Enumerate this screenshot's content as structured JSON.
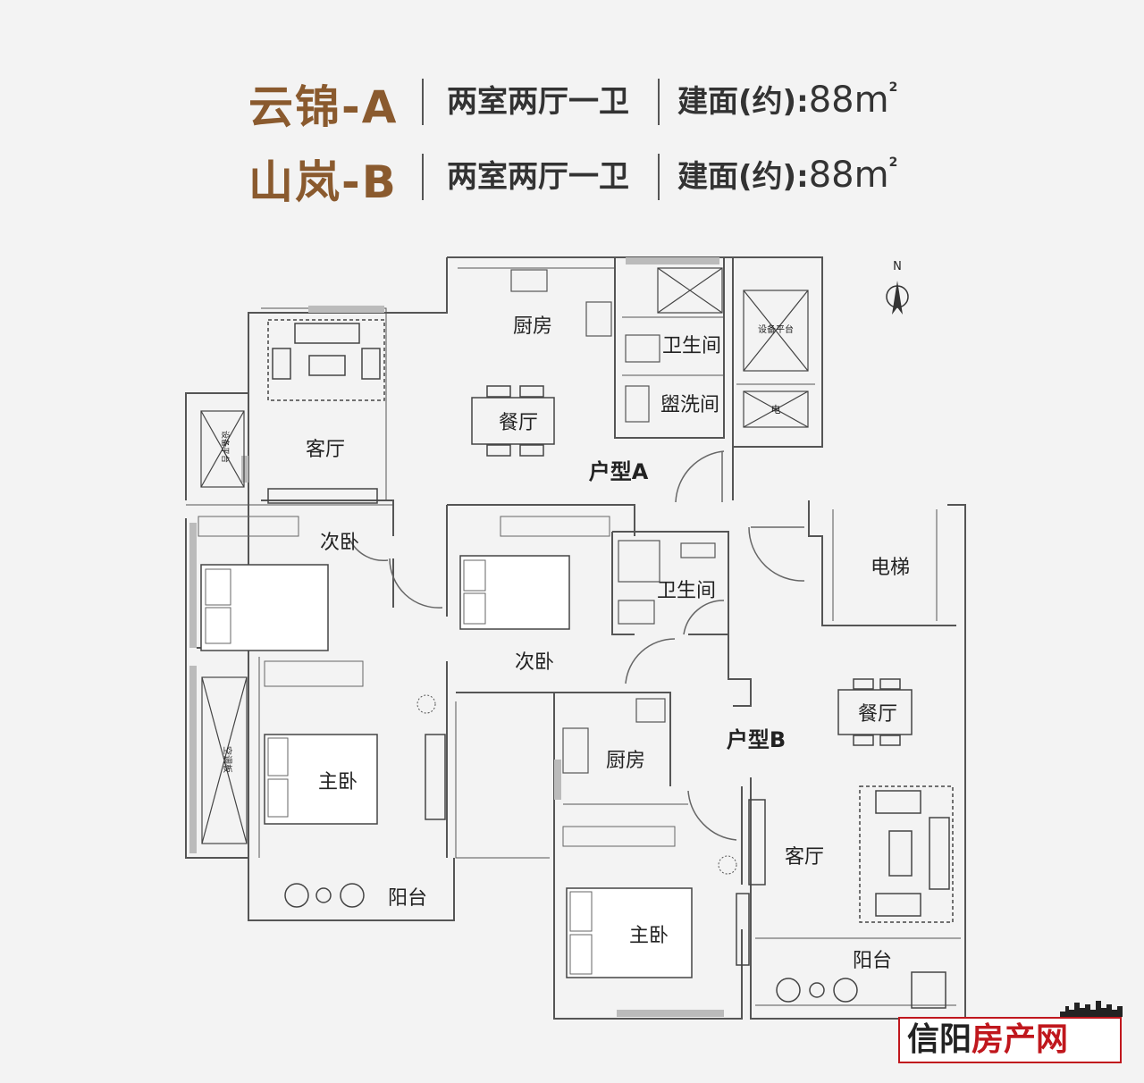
{
  "header": {
    "rows": [
      {
        "name": "云锦-A",
        "layout": "两室两厅一卫",
        "area_label": "建面(约):",
        "area_value": "88m",
        "area_unit_sup": "2"
      },
      {
        "name": "山岚-B",
        "layout": "两室两厅一卫",
        "area_label": "建面(约):",
        "area_value": "88m",
        "area_unit_sup": "2"
      }
    ]
  },
  "compass": {
    "label": "N"
  },
  "unit_a": {
    "title": "户型A",
    "rooms": {
      "kitchen": "厨房",
      "bathroom": "卫生间",
      "washroom": "盥洗间",
      "equipment_platform": "设备平台",
      "electric": "电",
      "dining": "餐厅",
      "living": "客厅",
      "ac_left": "设备平台",
      "second_bedroom": "次卧",
      "second_bedroom_2": "次卧",
      "master_bedroom": "主卧",
      "balcony": "阳台",
      "ac_lower": "空调板"
    }
  },
  "unit_b": {
    "title": "户型B",
    "rooms": {
      "bathroom": "卫生间",
      "elevator": "电梯",
      "dining": "餐厅",
      "kitchen": "厨房",
      "living": "客厅",
      "master_bedroom": "主卧",
      "balcony": "阳台"
    }
  },
  "watermark": {
    "part1": "信阳",
    "part2": "房产网"
  },
  "colors": {
    "title_brown": "#8a5a2e",
    "wall": "#555555",
    "watermark_red": "#c0171d"
  }
}
